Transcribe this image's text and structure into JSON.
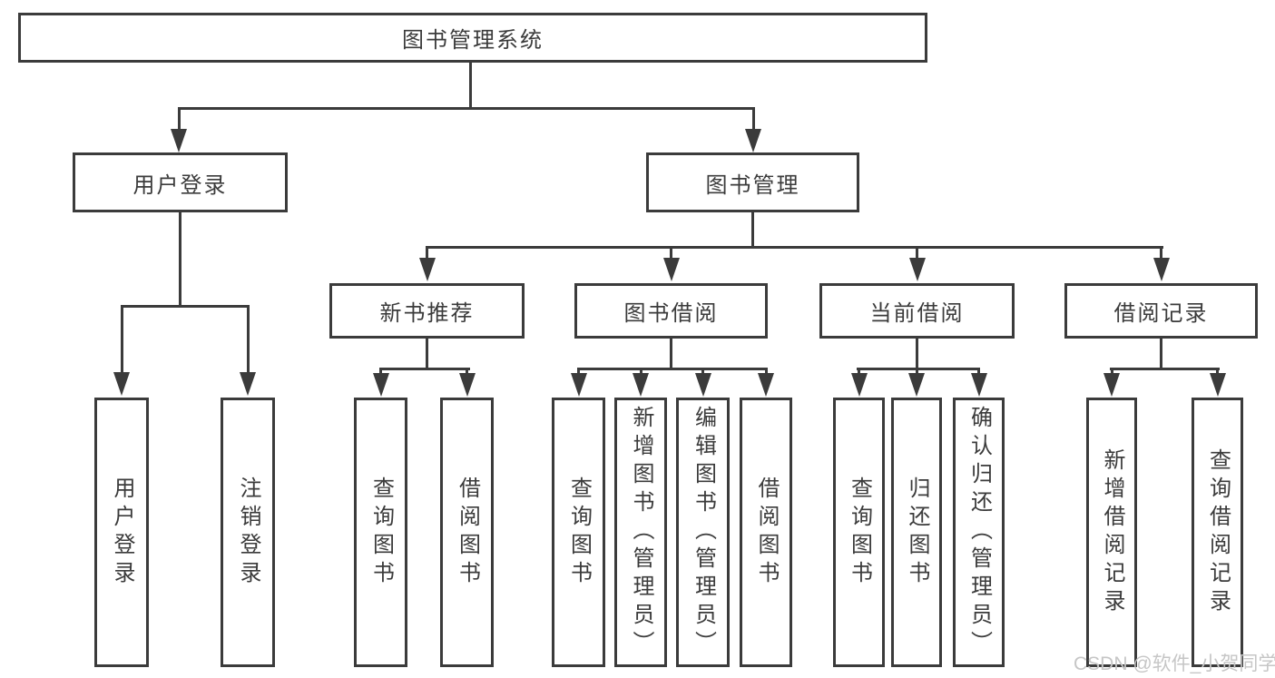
{
  "tree": {
    "root": {
      "label": "图书管理系统"
    },
    "branches": [
      {
        "label": "用户登录",
        "children": [
          {
            "label": "用户登录"
          },
          {
            "label": "注销登录"
          }
        ]
      },
      {
        "label": "图书管理",
        "children": [
          {
            "label": "新书推荐",
            "children": [
              {
                "label": "查询图书"
              },
              {
                "label": "借阅图书"
              }
            ]
          },
          {
            "label": "图书借阅",
            "children": [
              {
                "label": "查询图书"
              },
              {
                "label": "新增图书（管理员）"
              },
              {
                "label": "编辑图书（管理员）"
              },
              {
                "label": "借阅图书"
              }
            ]
          },
          {
            "label": "当前借阅",
            "children": [
              {
                "label": "查询图书"
              },
              {
                "label": "归还图书"
              },
              {
                "label": "确认归还（管理员）"
              }
            ]
          },
          {
            "label": "借阅记录",
            "children": [
              {
                "label": "新增借阅记录"
              },
              {
                "label": "查询借阅记录"
              }
            ]
          }
        ]
      }
    ]
  },
  "watermark": {
    "text": "CSDN @软件_小贺同学"
  },
  "colors": {
    "line": "#3b3b3b",
    "text": "#3b3b3b",
    "watermark": "#c6c6c6",
    "bg": "#ffffff"
  }
}
